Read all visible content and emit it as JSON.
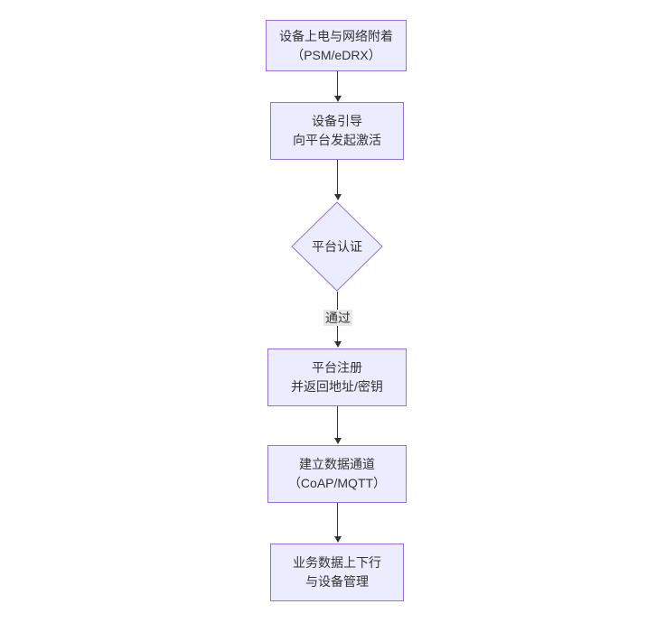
{
  "nodes": {
    "power_attach": {
      "line1": "设备上电与网络附着",
      "line2": "（PSM/eDRX）"
    },
    "bootstrap": {
      "line1": "设备引导",
      "line2": "向平台发起激活"
    },
    "auth": {
      "label": "平台认证"
    },
    "register": {
      "line1": "平台注册",
      "line2": "并返回地址/密钥"
    },
    "channel": {
      "line1": "建立数据通道",
      "line2": "（CoAP/MQTT）"
    },
    "business": {
      "line1": "业务数据上下行",
      "line2": "与设备管理"
    }
  },
  "edge_labels": {
    "pass": "通过"
  },
  "colors": {
    "node_fill": "#ECECFF",
    "node_border": "#9370DB",
    "arrow": "#333333",
    "text": "#333333",
    "edge_label_bg": "#e8e8e8"
  }
}
